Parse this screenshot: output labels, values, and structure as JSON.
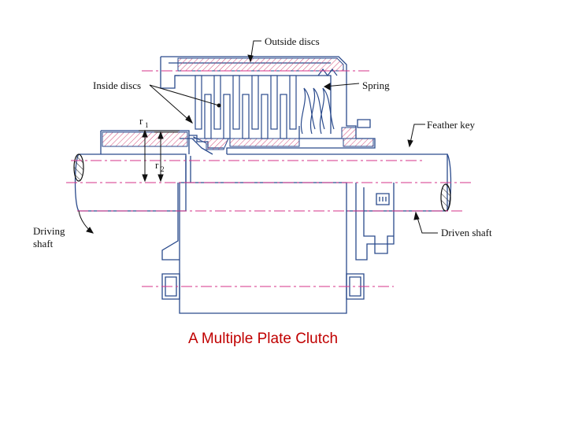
{
  "labels": {
    "outside_discs": "Outside discs",
    "inside_discs": "Inside discs",
    "spring": "Spring",
    "feather_key": "Feather key",
    "r1_symbol": "r",
    "r1_sub": "1",
    "r2_symbol": "r",
    "r2_sub": "2",
    "driving_shaft_line1": "Driving",
    "driving_shaft_line2": "shaft",
    "driven_shaft": "Driven shaft"
  },
  "caption": "A Multiple Plate Clutch",
  "colors": {
    "outline": "#2a4a8c",
    "hatch": "#d24a78",
    "centerline": "#d6338a",
    "caption": "#c00000",
    "leader": "#111111"
  }
}
